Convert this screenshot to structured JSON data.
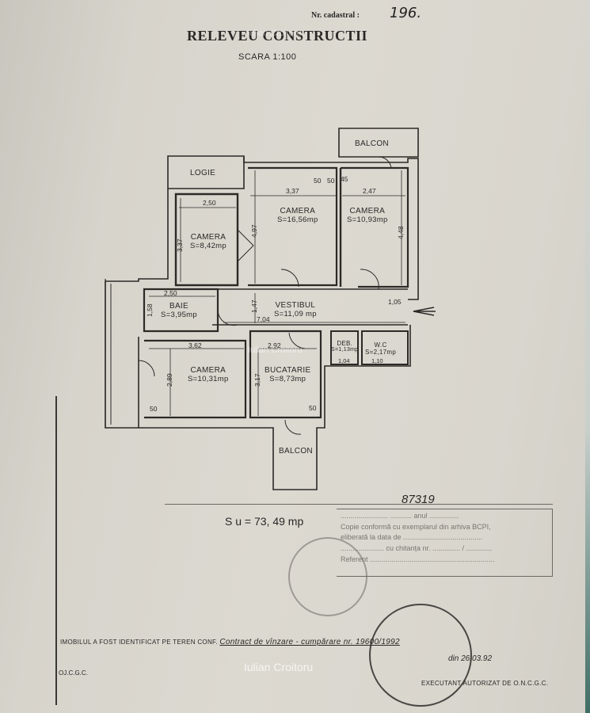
{
  "header": {
    "cadastral_label": "Nr. cadastral :",
    "cadastral_number": "196.",
    "title": "RELEVEU CONSTRUCTII",
    "scale": "SCARA  1:100"
  },
  "rooms": [
    {
      "name": "LOGIE",
      "area": ""
    },
    {
      "name": "CAMERA",
      "area": "S=8,42mp"
    },
    {
      "name": "CAMERA",
      "area": "S=16,56mp"
    },
    {
      "name": "CAMERA",
      "area": "S=10,93mp"
    },
    {
      "name": "BALCON",
      "area": ""
    },
    {
      "name": "BAIE",
      "area": "S=3,95mp"
    },
    {
      "name": "VESTIBUL",
      "area": "S=11,09 mp"
    },
    {
      "name": "DEB.",
      "area": "S=1,13mp"
    },
    {
      "name": "W.C",
      "area": "S=2,17mp"
    },
    {
      "name": "CAMERA",
      "area": "S=10,31mp"
    },
    {
      "name": "BUCATARIE",
      "area": "S=8,73mp"
    },
    {
      "name": "BALCON",
      "area": ""
    }
  ],
  "dimensions": {
    "d250_top": "2,50",
    "d337_left": "3,37",
    "d497": "4,97",
    "d337_mid": "3,37",
    "d247": "2,47",
    "d448": "4,48",
    "d50a": "50",
    "d50b": "50",
    "d45": "45",
    "d250_baie": "2,50",
    "d158": "1,58",
    "d147": "1,47",
    "d704": "7,04",
    "d105": "1,05",
    "d362": "3,62",
    "d292": "2,92",
    "d289": "2,89",
    "d317": "3,17",
    "d104": "1,04",
    "d110": "1,10",
    "d50c": "50",
    "d50d": "50"
  },
  "summary": {
    "useful_area": "S u = 73, 49 mp",
    "handwritten_number": "87319"
  },
  "certification": {
    "line1": "........................ ........... anul ...............",
    "line2": "Copie conformă cu exemplarul din arhiva BCPI,",
    "line3": "eliberată la data de ........................................",
    "line4": "...................... cu chitanța nr. .............. / .............",
    "line5": "Referent ..............................................................."
  },
  "footer": {
    "identified_prefix": "IMOBILUL A FOST IDENTIFICAT PE TEREN CONF.",
    "identified_doc": "Contract de vînzare - cumpărare nr. 19600/1992",
    "date": "din 26.03.92",
    "office": "OJ.C.G.C.",
    "executed": "EXECUTANT AUTORIZAT DE O.N.C.G.C."
  },
  "watermark": "Iulian Croitoru"
}
